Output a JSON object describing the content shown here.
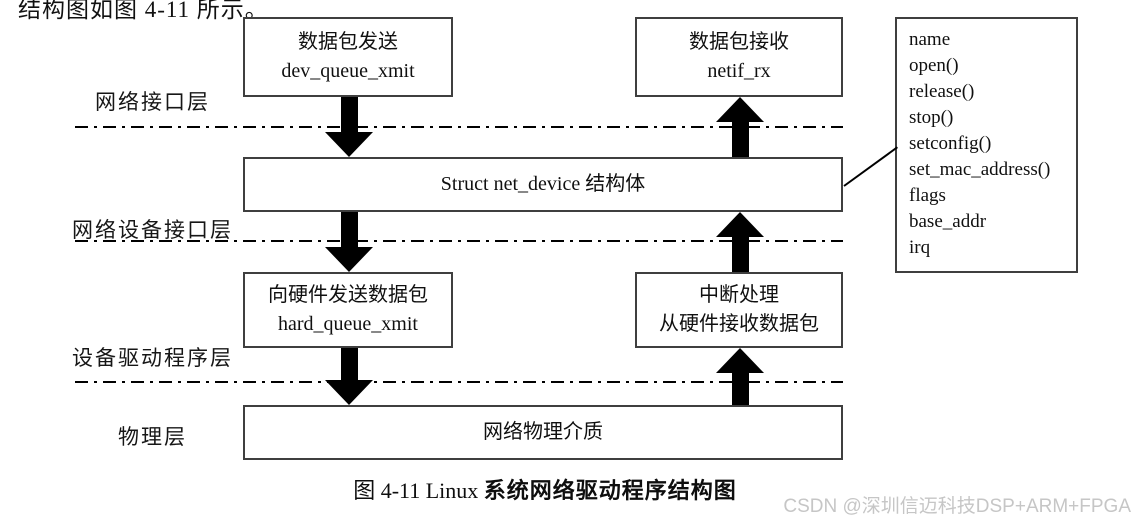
{
  "page": {
    "intro_text": "结构图如图 4-11 所示。",
    "caption_prefix": "图 4-11 Linux ",
    "caption_suffix": "系统网络驱动程序结构图",
    "watermark": "CSDN @深圳信迈科技DSP+ARM+FPGA"
  },
  "diagram": {
    "layers": [
      {
        "label": "网络接口层"
      },
      {
        "label": "网络设备接口层"
      },
      {
        "label": "设备驱动程序层"
      },
      {
        "label": "物理层"
      }
    ],
    "boxes": {
      "send": {
        "line1": "数据包发送",
        "line2": "dev_queue_xmit"
      },
      "recv": {
        "line1": "数据包接收",
        "line2": "netif_rx"
      },
      "struct": {
        "label": "Struct net_device 结构体"
      },
      "hard_send": {
        "line1": "向硬件发送数据包",
        "line2": "hard_queue_xmit"
      },
      "interrupt": {
        "line1": "中断处理",
        "line2": "从硬件接收数据包"
      },
      "physical": {
        "label": "网络物理介质"
      }
    },
    "attr_panel": {
      "items": [
        "name",
        "open()",
        "release()",
        "stop()",
        "setconfig()",
        "set_mac_address()",
        "flags",
        "base_addr",
        "irq"
      ]
    }
  },
  "colors": {
    "border": "#3f3f3f",
    "arrow": "#000000",
    "text": "#101010",
    "watermark": "#c6c6c6"
  }
}
